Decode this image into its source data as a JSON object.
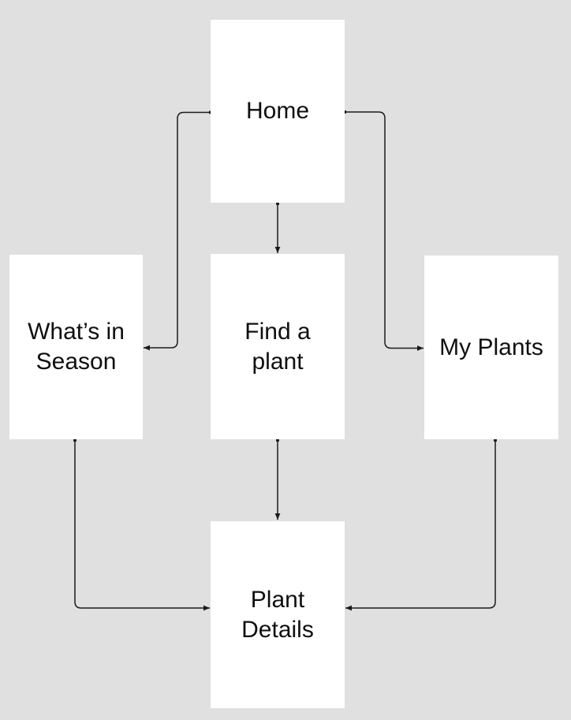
{
  "theme": {
    "background": "#e0e0e0",
    "node_fill": "#ffffff",
    "line_color": "#1a1a1a",
    "text_color": "#0f0f0f"
  },
  "diagram": {
    "nodes": {
      "home": {
        "label": "Home"
      },
      "whats_in_season": {
        "label": "What’s in Season"
      },
      "find_a_plant": {
        "label": "Find a plant"
      },
      "my_plants": {
        "label": "My Plants"
      },
      "plant_details": {
        "label": "Plant Details"
      }
    },
    "edges": [
      {
        "from": "Home",
        "to": "What’s in Season"
      },
      {
        "from": "Home",
        "to": "Find a plant"
      },
      {
        "from": "Home",
        "to": "My Plants"
      },
      {
        "from": "Find a plant",
        "to": "Plant Details"
      },
      {
        "from": "What’s in Season",
        "to": "Plant Details"
      },
      {
        "from": "My Plants",
        "to": "Plant Details"
      }
    ]
  }
}
